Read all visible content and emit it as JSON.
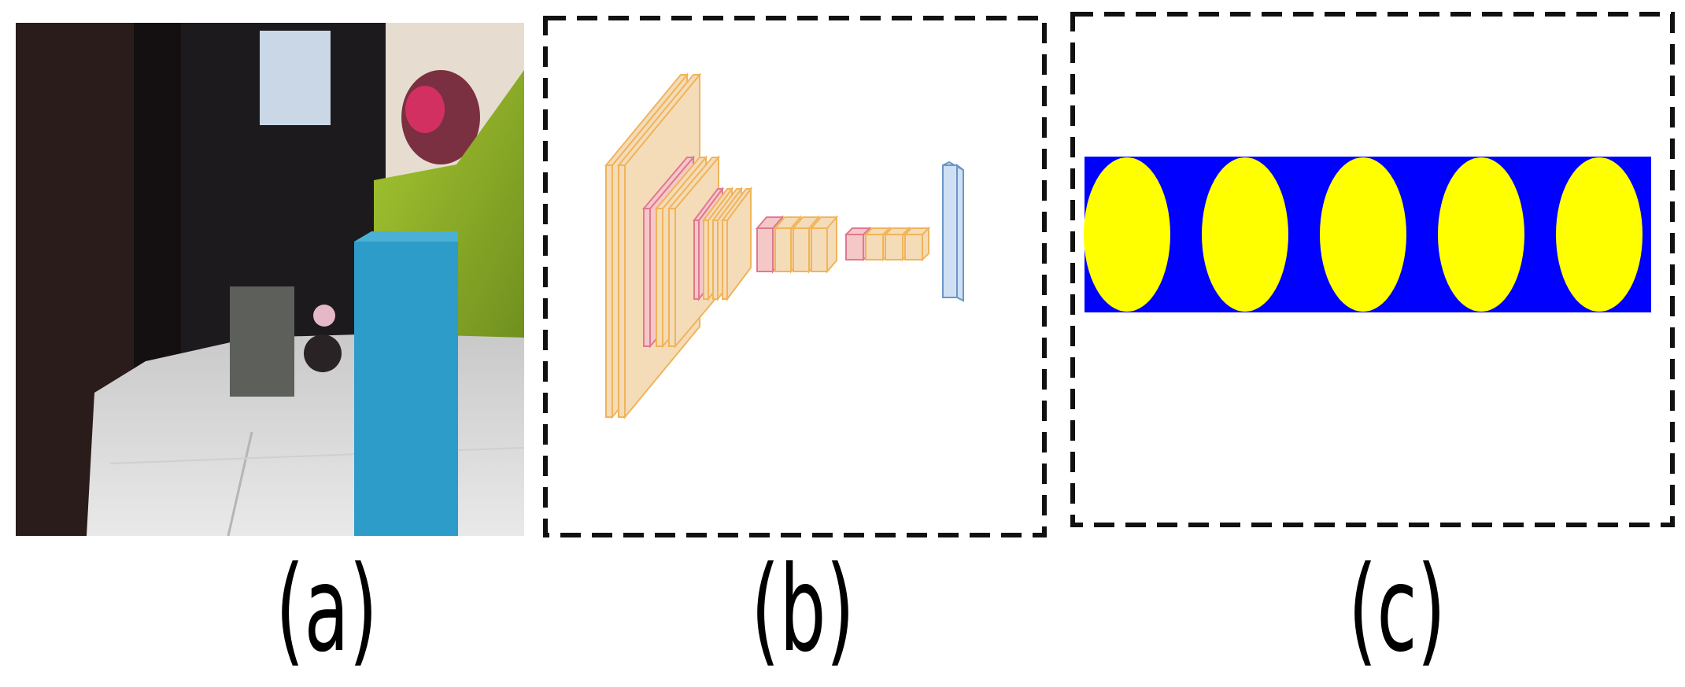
{
  "captions": {
    "a": "(a)",
    "b": "(b)",
    "c": "(c)"
  },
  "panel_c": {
    "ellipse_count": 5,
    "band_color": "#0000ff",
    "ellipse_color": "#ffff00"
  },
  "colors": {
    "conv_layer": "#f5dcb9",
    "conv_border": "#f0b45a",
    "pool_layer": "#f5c8c8",
    "pool_border": "#e07890",
    "fc_layer": "#cfe0f5",
    "fc_border": "#6a96c8",
    "dashed_border": "#111111"
  }
}
